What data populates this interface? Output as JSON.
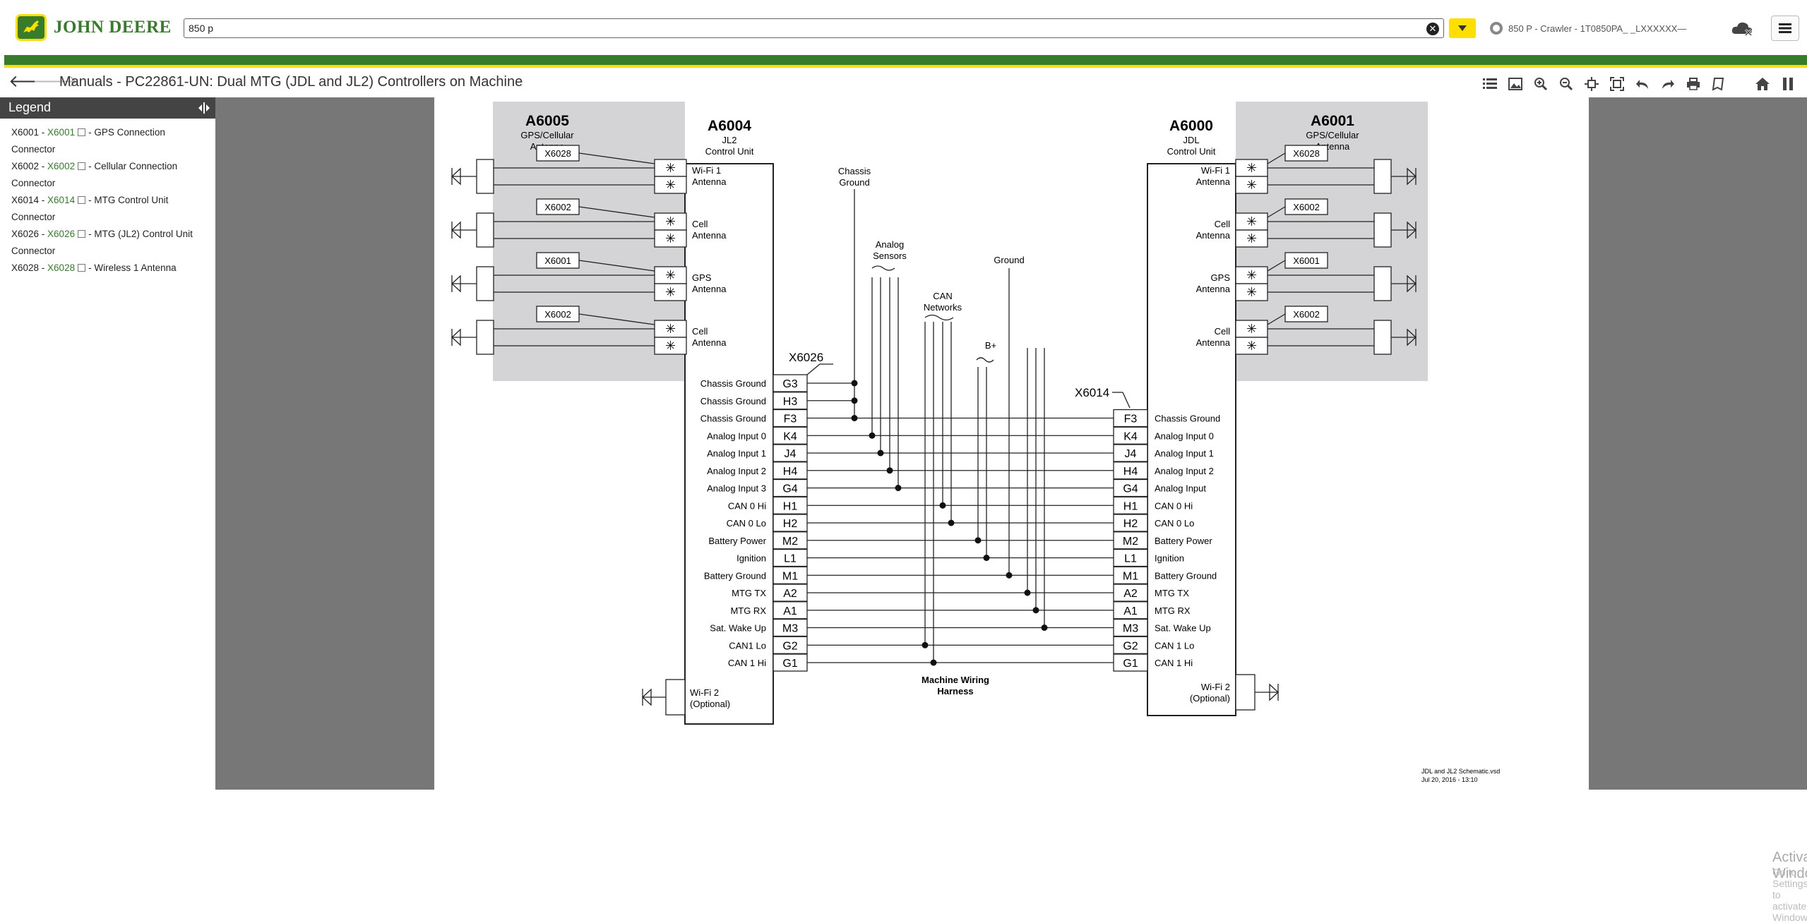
{
  "brand": {
    "name": "JOHN DEERE"
  },
  "search": {
    "value": "850 p"
  },
  "model": {
    "text": "850 P - Crawler - 1T0850PA_ _LXXXXXX—"
  },
  "nav": {
    "title": "Manuals - PC22861-UN: Dual MTG (JDL and JL2) Controllers on Machine"
  },
  "legend": {
    "title": "Legend",
    "items": [
      {
        "code": "X6001",
        "link": "X6001",
        "desc": "- GPS Connection",
        "desc2": "Connector"
      },
      {
        "code": "X6002",
        "link": "X6002",
        "desc": "- Cellular Connection",
        "desc2": "Connector"
      },
      {
        "code": "X6014",
        "link": "X6014",
        "desc": "- MTG Control Unit",
        "desc2": "Connector"
      },
      {
        "code": "X6026",
        "link": "X6026",
        "desc": "- MTG (JL2) Control Unit",
        "desc2": "Connector"
      },
      {
        "code": "X6028",
        "link": "X6028",
        "desc": "- Wireless 1 Antenna",
        "desc2": ""
      }
    ]
  },
  "schematic": {
    "a6005": {
      "id": "A6005",
      "l1": "GPS/Cellular",
      "l2": "Antenna"
    },
    "a6004": {
      "id": "A6004",
      "l1": "JL2",
      "l2": "Control Unit"
    },
    "a6000": {
      "id": "A6000",
      "l1": "JDL",
      "l2": "Control Unit"
    },
    "a6001": {
      "id": "A6001",
      "l1": "GPS/Cellular",
      "l2": "Antenna"
    },
    "left_antennas": [
      {
        "conn": "X6028",
        "l1": "Wi-Fi 1",
        "l2": "Antenna"
      },
      {
        "conn": "X6002",
        "l1": "Cell",
        "l2": "Antenna"
      },
      {
        "conn": "X6001",
        "l1": "GPS",
        "l2": "Antenna"
      },
      {
        "conn": "X6002",
        "l1": "Cell",
        "l2": "Antenna"
      }
    ],
    "right_antennas": [
      {
        "conn": "X6028",
        "l1": "Wi-Fi 1",
        "l2": "Antenna"
      },
      {
        "conn": "X6002",
        "l1": "Cell",
        "l2": "Antenna"
      },
      {
        "conn": "X6001",
        "l1": "GPS",
        "l2": "Antenna"
      },
      {
        "conn": "X6002",
        "l1": "Cell",
        "l2": "Antenna"
      }
    ],
    "left_conn": "X6026",
    "right_conn": "X6014",
    "left_pins": [
      {
        "pin": "G3",
        "label": "Chassis Ground"
      },
      {
        "pin": "H3",
        "label": "Chassis Ground"
      },
      {
        "pin": "F3",
        "label": "Chassis Ground"
      },
      {
        "pin": "K4",
        "label": "Analog Input 0"
      },
      {
        "pin": "J4",
        "label": "Analog Input 1"
      },
      {
        "pin": "H4",
        "label": "Analog Input 2"
      },
      {
        "pin": "G4",
        "label": "Analog Input 3"
      },
      {
        "pin": "H1",
        "label": "CAN 0 Hi"
      },
      {
        "pin": "H2",
        "label": "CAN 0 Lo"
      },
      {
        "pin": "M2",
        "label": "Battery Power"
      },
      {
        "pin": "L1",
        "label": "Ignition"
      },
      {
        "pin": "M1",
        "label": "Battery Ground"
      },
      {
        "pin": "A2",
        "label": "MTG TX"
      },
      {
        "pin": "A1",
        "label": "MTG RX"
      },
      {
        "pin": "M3",
        "label": "Sat. Wake Up"
      },
      {
        "pin": "G2",
        "label": "CAN1 Lo"
      },
      {
        "pin": "G1",
        "label": "CAN 1 Hi"
      }
    ],
    "right_pins": [
      {
        "pin": "F3",
        "label": "Chassis Ground"
      },
      {
        "pin": "K4",
        "label": "Analog Input 0"
      },
      {
        "pin": "J4",
        "label": "Analog Input 1"
      },
      {
        "pin": "H4",
        "label": "Analog Input 2"
      },
      {
        "pin": "G4",
        "label": "Analog Input"
      },
      {
        "pin": "H1",
        "label": "CAN 0 Hi"
      },
      {
        "pin": "H2",
        "label": "CAN 0 Lo"
      },
      {
        "pin": "M2",
        "label": "Battery Power"
      },
      {
        "pin": "L1",
        "label": "Ignition"
      },
      {
        "pin": "M1",
        "label": "Battery Ground"
      },
      {
        "pin": "A2",
        "label": "MTG TX"
      },
      {
        "pin": "A1",
        "label": "MTG RX"
      },
      {
        "pin": "M3",
        "label": "Sat. Wake Up"
      },
      {
        "pin": "G2",
        "label": "CAN 1 Lo"
      },
      {
        "pin": "G1",
        "label": "CAN 1 Hi"
      }
    ],
    "chassis_ground": {
      "l1": "Chassis",
      "l2": "Ground"
    },
    "analog_sensors": {
      "l1": "Analog",
      "l2": "Sensors"
    },
    "can_networks": {
      "l1": "CAN",
      "l2": "Networks"
    },
    "ground": "Ground",
    "bplus": "B+",
    "harness": {
      "l1": "Machine Wiring",
      "l2": "Harness"
    },
    "wifi2_left": {
      "l1": "Wi-Fi 2",
      "l2": "(Optional)"
    },
    "wifi2_right": {
      "l1": "Wi-Fi 2",
      "l2": "(Optional)"
    },
    "footer": {
      "file": "JDL and JL2 Schematic.vsd",
      "date": "Jul 20, 2016  -  13:10"
    }
  },
  "watermark": {
    "l1": "Activate Windows",
    "l2": "Go to Settings to activate Windows."
  }
}
